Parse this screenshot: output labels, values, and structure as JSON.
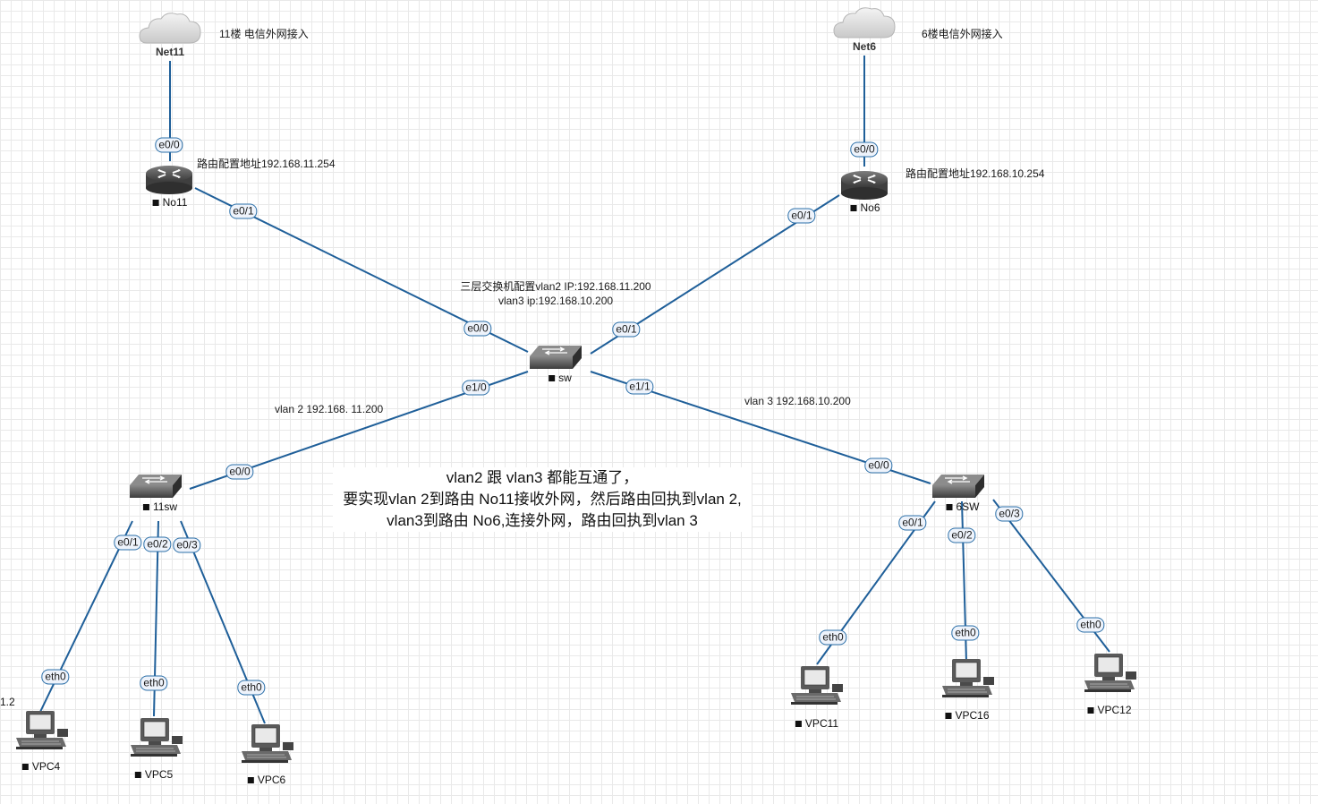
{
  "clouds": {
    "net11": {
      "label": "Net11"
    },
    "net6": {
      "label": "Net6"
    }
  },
  "devices": {
    "no11": "No11",
    "no6": "No6",
    "sw": "sw",
    "sw11": "11sw",
    "sw6": "6SW",
    "vpc4": "VPC4",
    "vpc5": "VPC5",
    "vpc6": "VPC6",
    "vpc11": "VPC11",
    "vpc16": "VPC16",
    "vpc12": "VPC12"
  },
  "ports": {
    "net11_no11": "e0/0",
    "no11_sw": "e0/1",
    "net6_no6": "e0/0",
    "no6_sw": "e0/1",
    "sw_from_no11": "e0/0",
    "sw_from_no6": "e0/1",
    "sw_to_11sw": "e1/0",
    "sw_to_6sw": "e1/1",
    "sw11_uplink": "e0/0",
    "sw11_p1": "e0/1",
    "sw11_p2": "e0/2",
    "sw11_p3": "e0/3",
    "sw6_uplink": "e0/0",
    "sw6_p1": "e0/1",
    "sw6_p2": "e0/2",
    "sw6_p3": "e0/3",
    "vpc4_eth": "eth0",
    "vpc5_eth": "eth0",
    "vpc6_eth": "eth0",
    "vpc11_eth": "eth0",
    "vpc16_eth": "eth0",
    "vpc12_eth": "eth0"
  },
  "notes": {
    "floor11_access": "11楼 电信外网接入",
    "floor6_access": "6楼电信外网接入",
    "no11_addr": "路由配置地址192.168.11.254",
    "no6_addr": "路由配置地址192.168.10.254",
    "l3_line1": "三层交换机配置vlan2 IP:192.168.11.200",
    "l3_line2": "vlan3 ip:192.168.10.200",
    "vlan2_label": "vlan 2 192.168. 11.200",
    "vlan3_label": "vlan 3 192.168.10.200",
    "left_edge": "1.2"
  },
  "center_note": {
    "line1": "vlan2 跟 vlan3 都能互通了，",
    "line2": "要实现vlan 2到路由 No11接收外网，然后路由回执到vlan 2,",
    "line3": "vlan3到路由 No6,连接外网，路由回执到vlan 3"
  },
  "colors": {
    "link": "#1f5f99",
    "port_border": "#2b6fa8",
    "port_fill": "#eef3fb"
  }
}
